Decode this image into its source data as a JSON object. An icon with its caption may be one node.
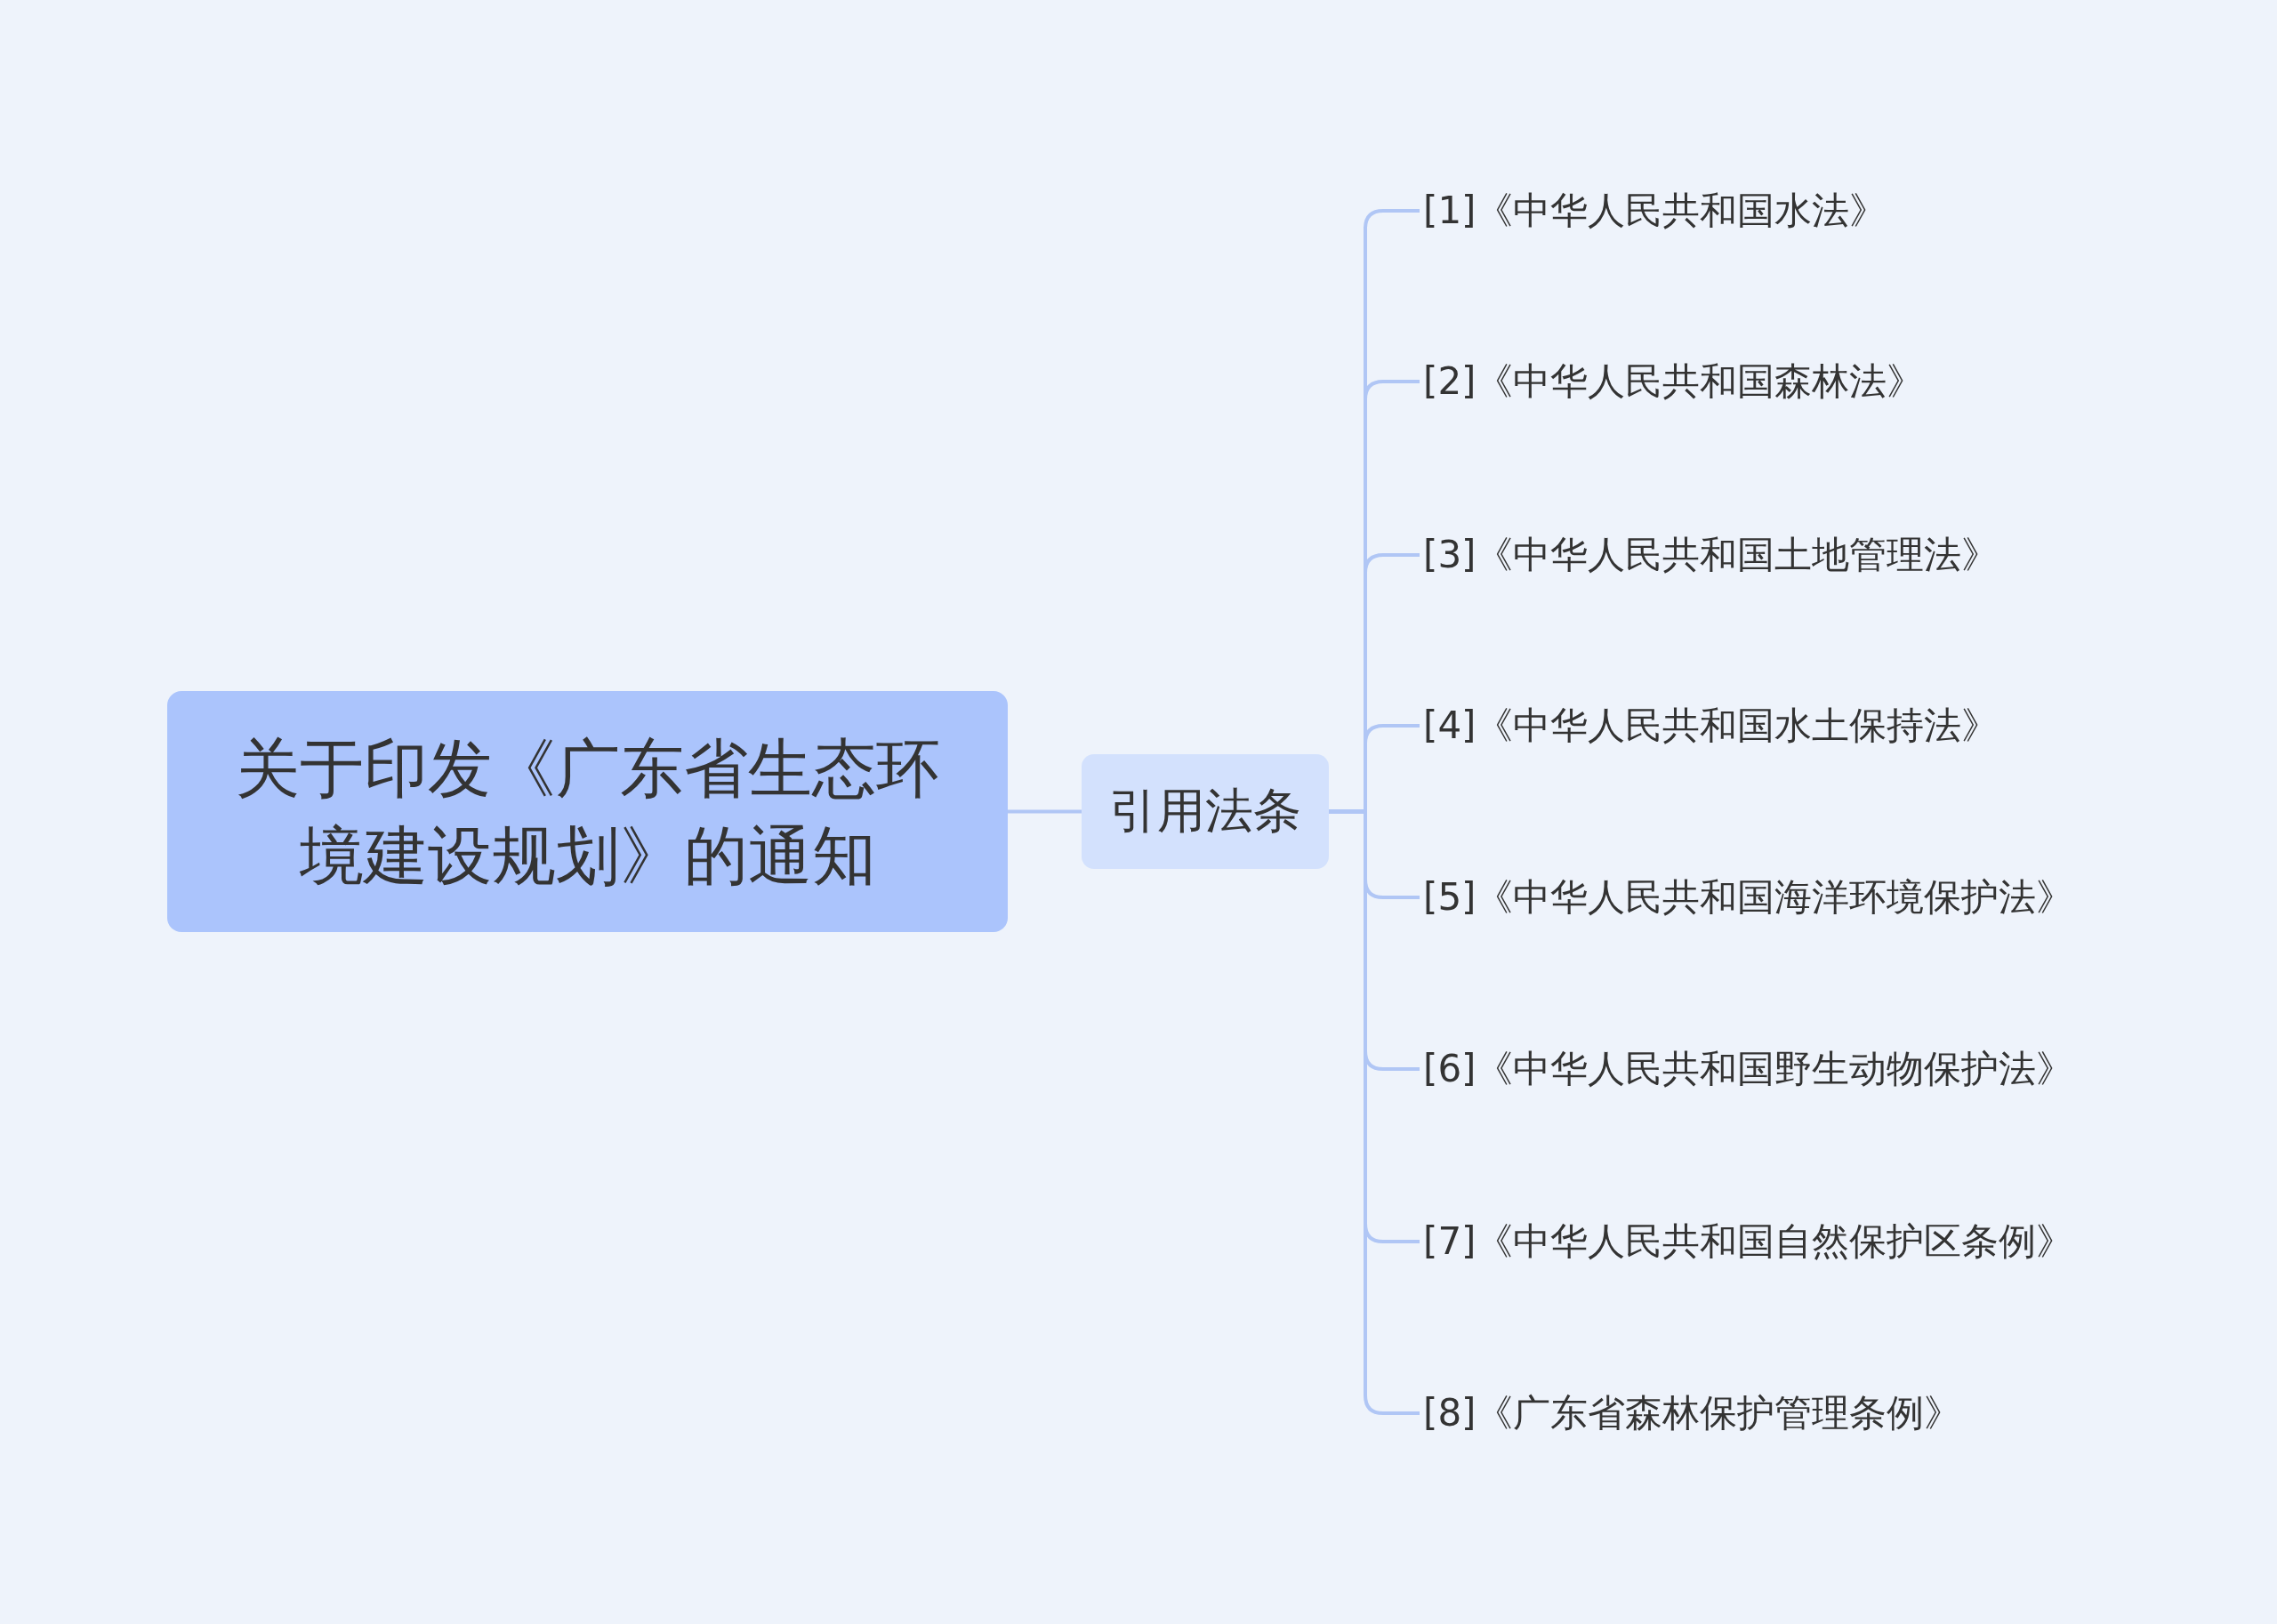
{
  "diagram": {
    "nodes": [
      {
        "text": [
          "关于印发《广东省生态环境建设规划》的通知"
        ]
      },
      {
        "text": [
          "引用法条"
        ]
      },
      {
        "text": [
          "[1]《中华人民共和国水法》"
        ]
      },
      {
        "text": [
          "[2]《中华人民共和国森林法》"
        ]
      },
      {
        "text": [
          "[3]《中华人民共和国土地管理法》"
        ]
      },
      {
        "text": [
          "[4]《中华人民共和国水土保持法》"
        ]
      },
      {
        "text": [
          "[5]《中华人民共和国海洋环境保护法》"
        ]
      },
      {
        "text": [
          "[6]《中华人民共和国野生动物保护法》"
        ]
      },
      {
        "text": [
          "[7]《中华人民共和国自然保护区条例》"
        ]
      },
      {
        "text": [
          "[8]《广东省森林保护管理条例》"
        ]
      }
    ],
    "edges": [
      {
        "from": 0,
        "to": 1,
        "arrow": "none"
      },
      {
        "from": 1,
        "to": 2,
        "arrow": "none"
      },
      {
        "from": 1,
        "to": 3,
        "arrow": "none"
      },
      {
        "from": 1,
        "to": 4,
        "arrow": "none"
      },
      {
        "from": 1,
        "to": 5,
        "arrow": "none"
      },
      {
        "from": 1,
        "to": 6,
        "arrow": "none"
      },
      {
        "from": 1,
        "to": 7,
        "arrow": "none"
      },
      {
        "from": 1,
        "to": 8,
        "arrow": "none"
      },
      {
        "from": 1,
        "to": 9,
        "arrow": "none"
      }
    ]
  }
}
